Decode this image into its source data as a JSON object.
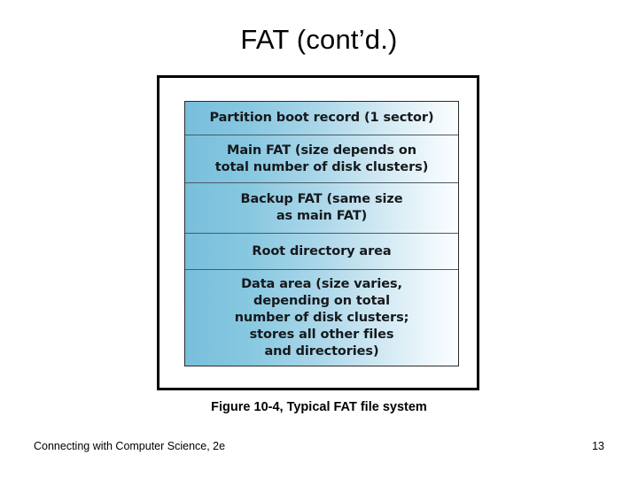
{
  "slide": {
    "title": "FAT (cont’d.)",
    "background_color": "#ffffff",
    "page_number": "13",
    "footer_source": "Connecting with Computer Science, 2e"
  },
  "figure": {
    "caption": "Figure 10-4, Typical FAT file system",
    "frame_border_color": "#000000",
    "gradient_start_color": "#78bfdc",
    "gradient_end_color": "#fbfdfe",
    "divider_color": "#4a5a62",
    "text_color": "#15191c",
    "regions": [
      {
        "id": "partition-boot-record",
        "label": "Partition boot record (1 sector)"
      },
      {
        "id": "main-fat",
        "label": "Main FAT (size depends on\ntotal number of disk clusters)"
      },
      {
        "id": "backup-fat",
        "label": "Backup FAT (same size\nas main FAT)"
      },
      {
        "id": "root-directory-area",
        "label": "Root directory area"
      },
      {
        "id": "data-area",
        "label": "Data area (size varies,\ndepending on total\nnumber of disk clusters;\nstores all other files\nand directories)"
      }
    ]
  }
}
